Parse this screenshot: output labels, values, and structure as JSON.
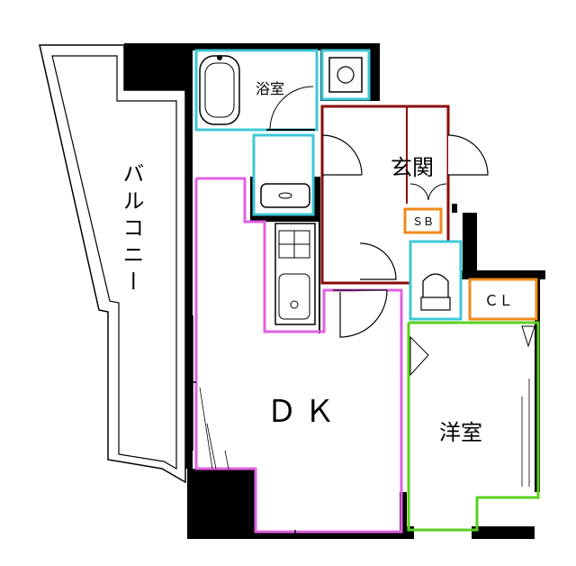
{
  "rooms": {
    "balcony": "バルコニー",
    "bath": "浴室",
    "entrance": "玄関",
    "dk": "ＤＫ",
    "western": "洋室",
    "closet": "ＣＬ",
    "shoe_box": "ＳＢ"
  },
  "colors": {
    "wall": "#000000",
    "bath_outline": "#3ec8d8",
    "entrance_outline": "#8a0b0b",
    "dk_outline": "#e060e0",
    "western_outline": "#58d020",
    "storage_outline": "#f08a1a"
  }
}
